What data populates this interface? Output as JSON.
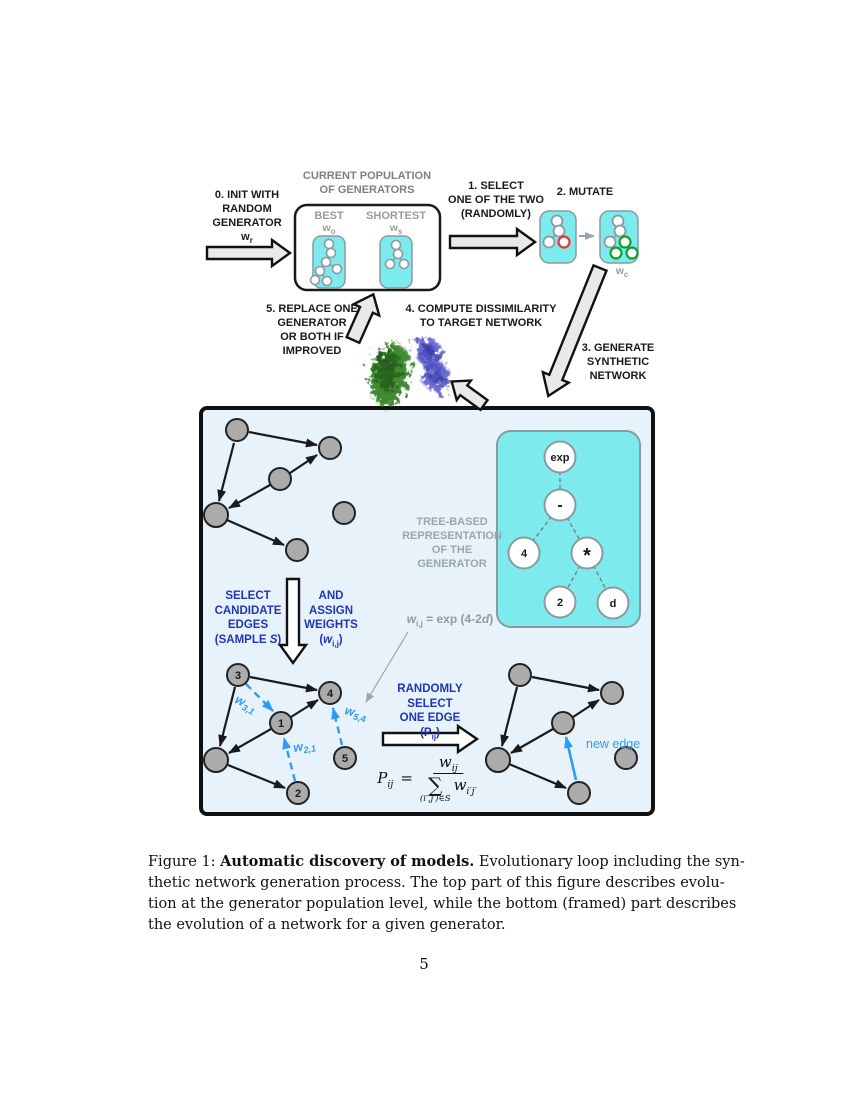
{
  "colors": {
    "teal": "#7debed",
    "frame_fill": "#e7f2fb",
    "accent_blue": "#2136b4",
    "link_blue": "#2e9cf2",
    "gray_label": "#9b9b9b",
    "node_gray": "#ababab",
    "mutation_red": "#e3372d",
    "mutation_green": "#0ba02c",
    "arrow_gray": "#e9e9e9"
  },
  "flow": {
    "step0_lines": [
      "0. INIT WITH",
      "RANDOM",
      "GENERATOR"
    ],
    "step0_sym": {
      "base": "w",
      "sub": "r"
    },
    "population_title": [
      "CURRENT POPULATION",
      "OF GENERATORS"
    ],
    "best_label": "BEST",
    "shortest_label": "SHORTEST",
    "best_sym": {
      "base": "w",
      "sub": "o"
    },
    "shortest_sym": {
      "base": "w",
      "sub": "s"
    },
    "step1_lines": [
      "1. SELECT",
      "ONE OF THE TWO",
      "(RANDOMLY)"
    ],
    "step2_label": "2. MUTATE",
    "child_sym": {
      "base": "w",
      "sub": "c"
    },
    "step3_lines": [
      "3. GENERATE",
      "SYNTHETIC",
      "NETWORK"
    ],
    "step4_lines": [
      "4. COMPUTE DISSIMILARITY",
      "TO TARGET NETWORK"
    ],
    "step5_lines": [
      "5. REPLACE ONE",
      "GENERATOR",
      "OR BOTH IF",
      "IMPROVED"
    ]
  },
  "frame": {
    "tree_label_lines": [
      "TREE-BASED",
      "REPRESENTATION",
      "OF THE",
      "GENERATOR"
    ],
    "tree_nodes": {
      "root": "exp",
      "minus": "-",
      "four": "4",
      "times": "*",
      "two": "2",
      "d": "d"
    },
    "weight_rule": {
      "w": "w",
      "w_sub": "i,j",
      "mid": " = exp (4-2",
      "d": "d",
      "end": ")"
    },
    "select_lines": [
      "SELECT",
      "CANDIDATE",
      "EDGES"
    ],
    "select_sample": {
      "pre": "(SAMPLE ",
      "s": "S",
      "post": ")"
    },
    "assign_lines": [
      "AND",
      "ASSIGN",
      "WEIGHTS"
    ],
    "assign_w": {
      "pre": "(",
      "w": "w",
      "sub": "i,j",
      "post": ")"
    },
    "random_lines": [
      "RANDOMLY",
      "SELECT",
      "ONE EDGE"
    ],
    "random_p": {
      "pre": "(P",
      "sub": "ij",
      "post": ")"
    },
    "node_numbers": {
      "n3": "3",
      "n4": "4",
      "n1": "1",
      "n5": "5",
      "n2": "2"
    },
    "edge_weights": {
      "w31": {
        "base": "w",
        "sub": "3,1"
      },
      "w21": {
        "base": "w",
        "sub": "2,1"
      },
      "w54": {
        "base": "w",
        "sub": "5,4"
      }
    },
    "prob_formula": {
      "P": "P",
      "P_sub": "ij",
      "eq": "=",
      "num_w": "w",
      "num_sub": "ij",
      "sigma": "∑",
      "sigma_sub": "(i′,j′)∈S",
      "den_w": "w",
      "den_sub": "i′j′"
    },
    "new_edge_label": "new edge"
  },
  "caption": {
    "line1_prefix": "Figure 1: ",
    "line1_bold": "Automatic discovery of models.",
    "line1_rest": " Evolutionary loop including the syn-",
    "line2": "thetic network generation process. The top part of this figure describes evolu-",
    "line3": "tion at the generator population level, while the bottom (framed) part describes",
    "line4": "the evolution of a network for a given generator."
  },
  "page_number": "5"
}
